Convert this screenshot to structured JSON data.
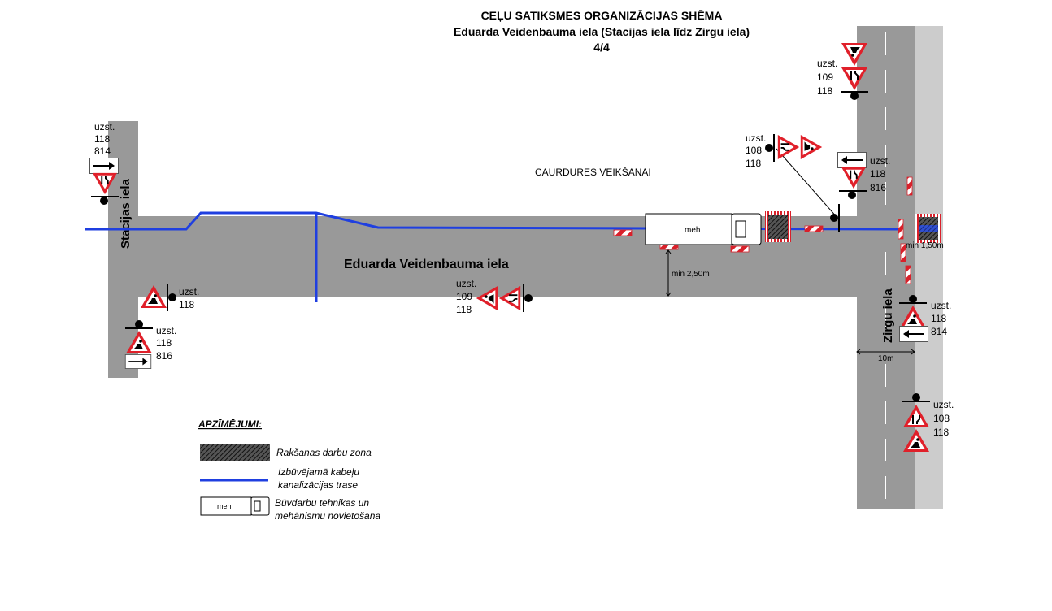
{
  "title": {
    "line1": "CEĻU SATIKSMES ORGANIZĀCIJAS SHĒMA",
    "line2": "Eduarda Veidenbauma iela (Stacijas iela līdz Zirgu iela)",
    "line3": "4/4"
  },
  "streets": {
    "main": "Eduarda Veidenbauma iela",
    "left": "Stacijas iela",
    "right": "Zirgu iela"
  },
  "annotations": {
    "drilling": "CAURDURES VEIKŠANAI",
    "min_250": "min 2,50m",
    "min_150": "min 1,50m",
    "ten_m": "10m",
    "vehicle": "meh"
  },
  "sign_groups": {
    "top_left": {
      "l1": "uzst.",
      "l2": "118",
      "l3": "814"
    },
    "mid_left": {
      "l1": "uzst.",
      "l2": "118"
    },
    "bottom_left": {
      "l1": "uzst.",
      "l2": "118",
      "l3": "816"
    },
    "bottom_mid": {
      "l1": "109",
      "l2": "118"
    },
    "top_mid": {
      "l1": "uzst.",
      "l2": "108",
      "l3": "118"
    },
    "top_right": {
      "l1": "uzst.",
      "l2": "109",
      "l3": "118"
    },
    "right_upper": {
      "l1": "uzst.",
      "l2": "118",
      "l3": "816"
    },
    "right_mid": {
      "l1": "uzst.",
      "l2": "118",
      "l3": "814"
    },
    "right_low": {
      "l1": "uzst.",
      "l2": "108",
      "l3": "118"
    }
  },
  "legend": {
    "heading": "APZĪMĒJUMI:",
    "item1": "Rakšanas darbu zona",
    "item2a": "Izbūvējamā kabeļu",
    "item2b": "kanalizācijas trase",
    "item3a": "Būvdarbu tehnikas un",
    "item3b": "mehānismu novietošana"
  },
  "colors": {
    "road": "#999999",
    "road_side": "#cccccc",
    "cable": "#1f3fe0",
    "sign_red": "#e0202a"
  }
}
